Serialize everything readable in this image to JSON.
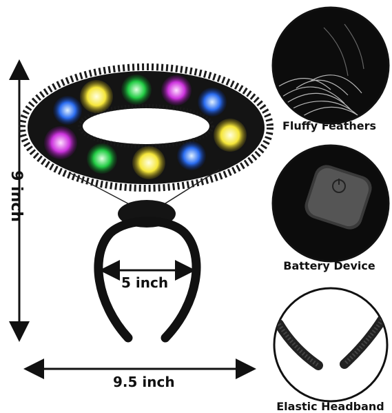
{
  "dimensions": {
    "height_label": "9 inch",
    "inner_width_label": "5 inch",
    "outer_width_label": "9.5 inch"
  },
  "features": [
    {
      "caption": "Fluffy Feathers",
      "icon": "feathers-closeup"
    },
    {
      "caption": "Battery Device",
      "icon": "battery-box-closeup"
    },
    {
      "caption": "Elastic Headband",
      "icon": "headband-closeup"
    }
  ],
  "colors": {
    "feather": "#111111",
    "led_yellow": "#f5e63a",
    "led_green": "#22cc44",
    "led_magenta": "#cc33dd",
    "led_blue": "#2a6cf0"
  }
}
